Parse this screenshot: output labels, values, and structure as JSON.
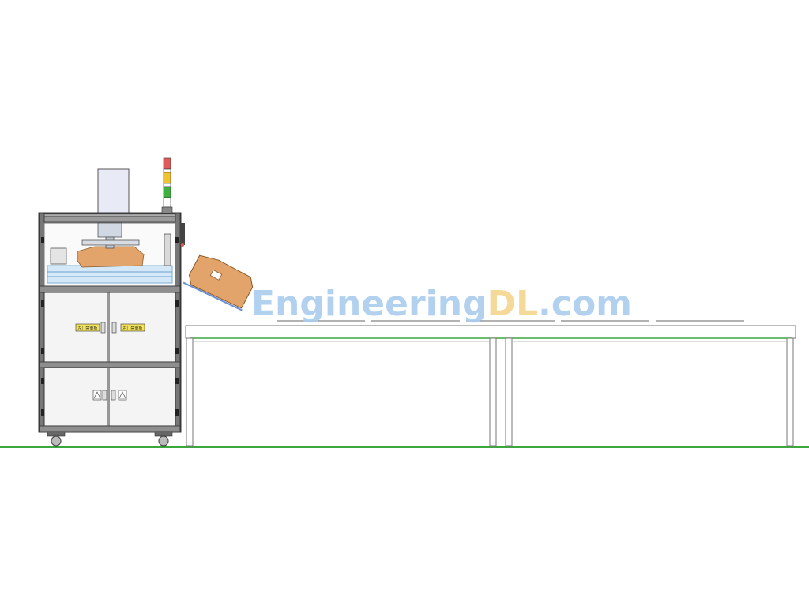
{
  "drawing": {
    "watermark": {
      "part1": "Engineering",
      "part2": "DL",
      "part3": ".com",
      "color_main": "#a9cdee",
      "color_accent": "#f4d58d"
    },
    "colors": {
      "floor_line": "#3aa83a",
      "frame": "#3c3c3c",
      "panel": "#f4f4f4",
      "cardboard": "#e2a46a",
      "glass": "#cfe5f7",
      "tower_red": "#e15a5a",
      "tower_yellow": "#f2c230",
      "tower_green": "#3db13d",
      "label_yellow": "#f3e35a",
      "table_top_edge": "#3aa83a",
      "table_frame": "#777777"
    },
    "cabinet_labels": [
      "左门禁面板",
      "右门禁面板"
    ]
  }
}
